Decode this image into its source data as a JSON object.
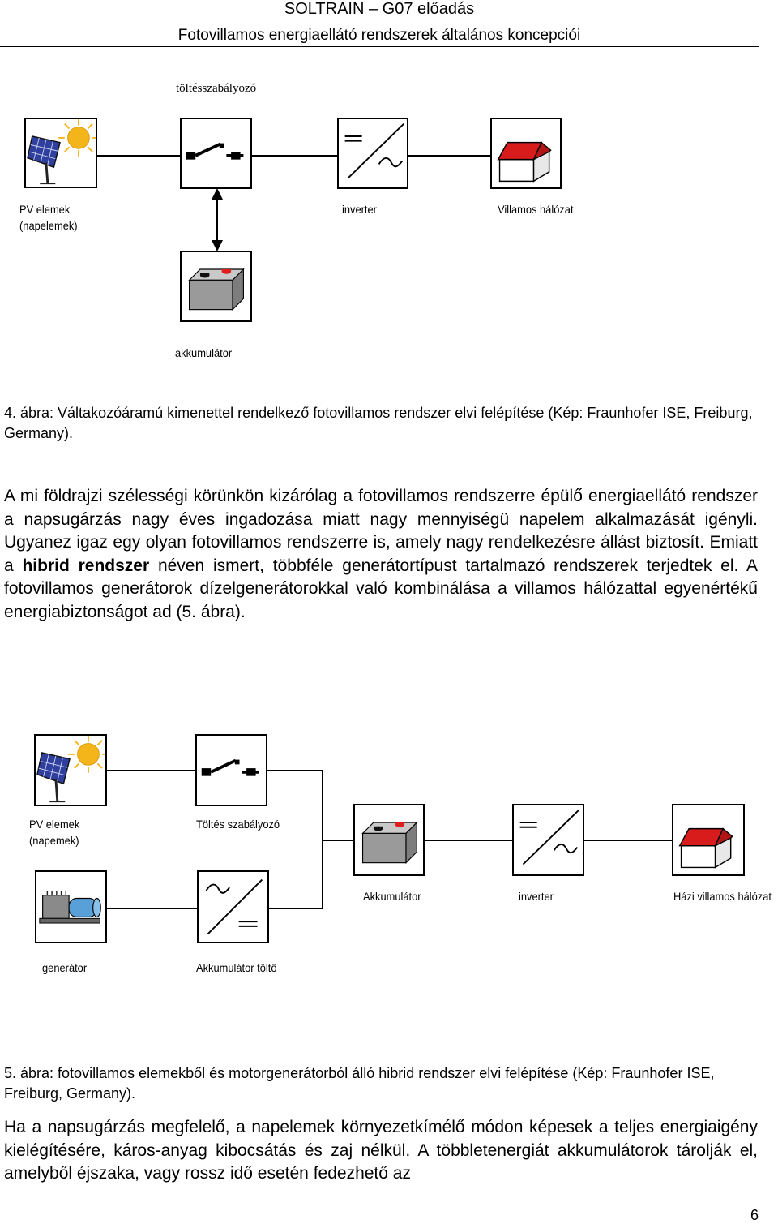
{
  "header": {
    "title": "SOLTRAIN – G07 előadás",
    "subtitle": "Fotovillamos energiaellátó rendszerek általános koncepciói"
  },
  "figure4": {
    "top_label": "töltésszabályozó",
    "labels": {
      "pv": "PV elemek\n(napelemek)",
      "inverter": "inverter",
      "grid": "Villamos hálózat",
      "battery": "akkumulátor"
    },
    "icons": [
      "solar-panel-icon",
      "switch-icon",
      "inverter-icon",
      "house-icon",
      "battery-icon"
    ],
    "caption": "4. ábra: Váltakozóáramú kimenettel rendelkező fotovillamos rendszer elvi felépítése (Kép: Fraunhofer ISE, Freiburg, Germany)."
  },
  "paragraph1": {
    "before": "A mi földrajzi szélességi körünkön kizárólag a fotovillamos rendszerre épülő energiaellátó rendszer a napsugárzás nagy éves ingadozása miatt nagy mennyiségü napelem alkalmazását igényli. Ugyanez igaz egy olyan fotovillamos rendszerre is, amely nagy rendelkezésre állást biztosít. Emiatt a ",
    "bold": "hibrid rendszer",
    "after": " néven ismert, többféle generátortípust tartalmazó rendszerek terjedtek el. A fotovillamos generátorok dízelgenerátorokkal való kombinálása a villamos hálózattal egyenértékű energiabiztonságot ad (5. ábra)."
  },
  "figure5": {
    "labels": {
      "pv": "PV elemek\n(napemek)",
      "charge_controller": "Töltés szabályozó",
      "battery": "Akkumulátor",
      "inverter": "inverter",
      "house_grid": "Házi villamos hálózat",
      "generator": "generátor",
      "battery_charger": "Akkumulátor töltő"
    },
    "icons": [
      "solar-panel-icon",
      "switch-icon",
      "battery-icon",
      "inverter-icon",
      "house-icon",
      "generator-icon",
      "charger-icon"
    ],
    "caption": "5. ábra: fotovillamos elemekből és motorgenerátorból álló hibrid rendszer elvi felépítése (Kép: Fraunhofer ISE, Freiburg, Germany)."
  },
  "paragraph2": "Ha a napsugárzás megfelelő, a napelemek környezetkímélő módon képesek a teljes energiaigény kielégítésére, káros-anyag kibocsátás és zaj nélkül. A többletenergiát akkumulátorok tárolják el, amelyből éjszaka, vagy rossz idő esetén fedezhető az",
  "page_number": "6",
  "colors": {
    "roof": "#d81c1c",
    "panel": "#2f3f9e",
    "sun": "#f4b51b",
    "battery_body": "#9a9a9a",
    "terminal_red": "#e01e1e",
    "generator_blue": "#5aa0d8"
  }
}
